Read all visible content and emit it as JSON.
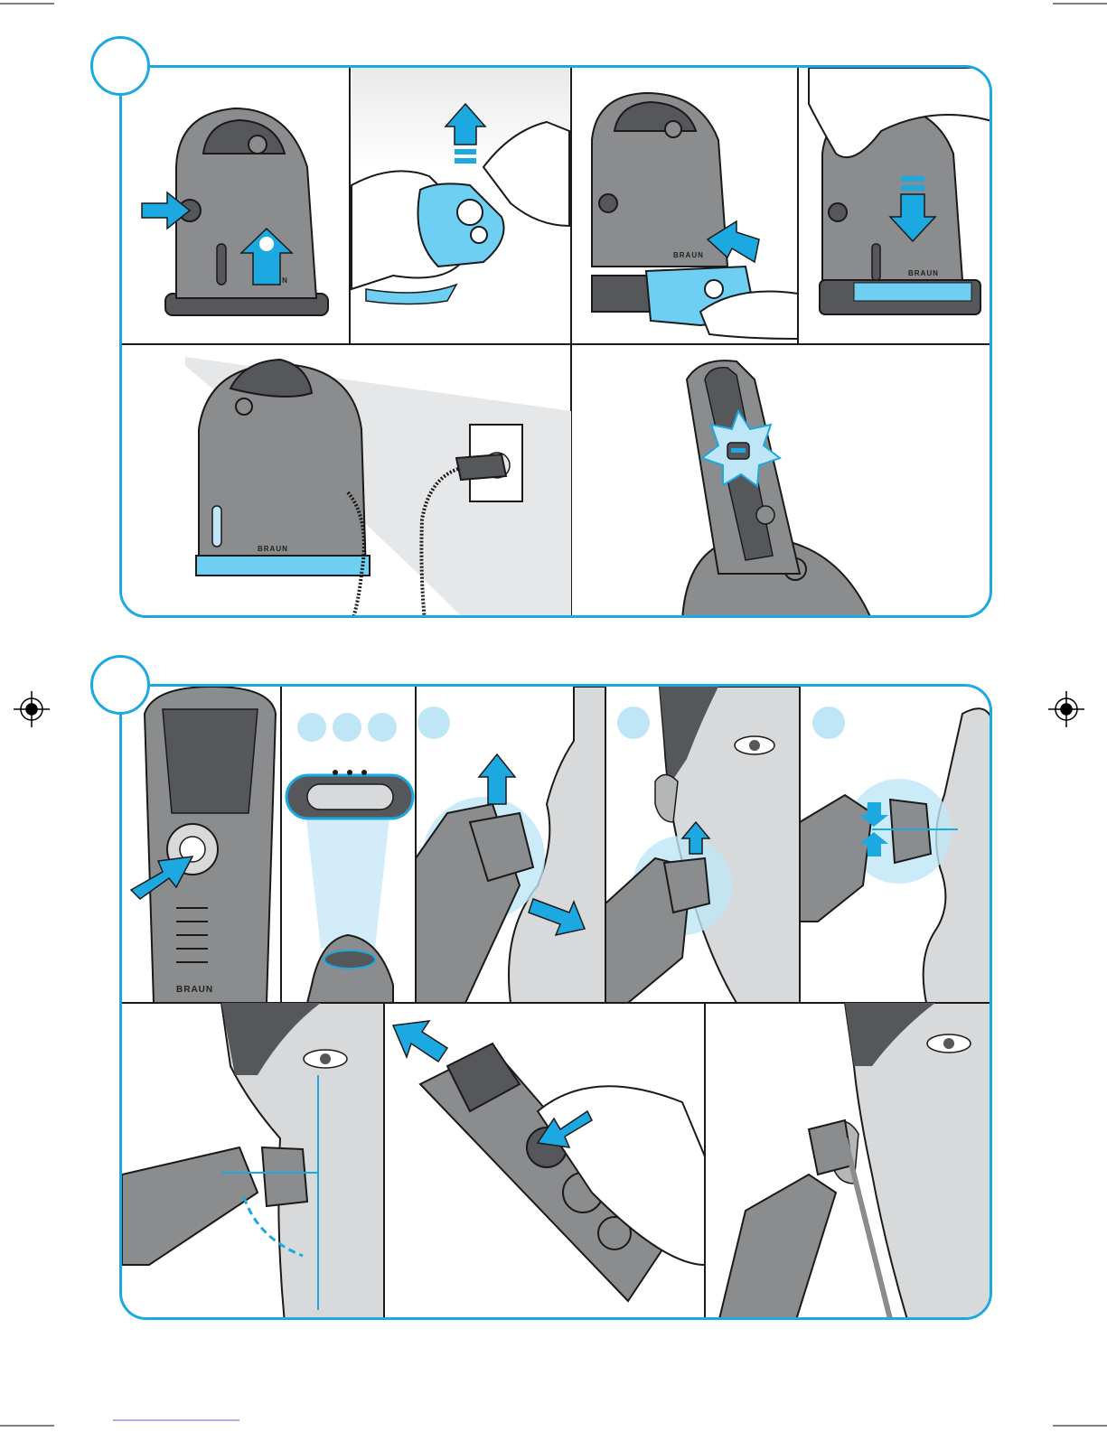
{
  "brand": {
    "logo_text": "BRAUN"
  },
  "sections": [
    {
      "marker_label": "",
      "panels": 6
    },
    {
      "marker_label": "",
      "panels": 8
    }
  ],
  "colors": {
    "accent": "#1CA8E0",
    "light_blue": "#BFE6F7",
    "device_gray": "#8A8C8E",
    "dark_gray": "#55575A",
    "skin_gray": "#D8D9DA",
    "line": "#1A1A1A"
  },
  "icons": [
    "arrow-right-icon",
    "arrow-up-icon",
    "arrow-down-icon",
    "power-icon",
    "burst-icon",
    "plug-icon",
    "socket-icon"
  ]
}
